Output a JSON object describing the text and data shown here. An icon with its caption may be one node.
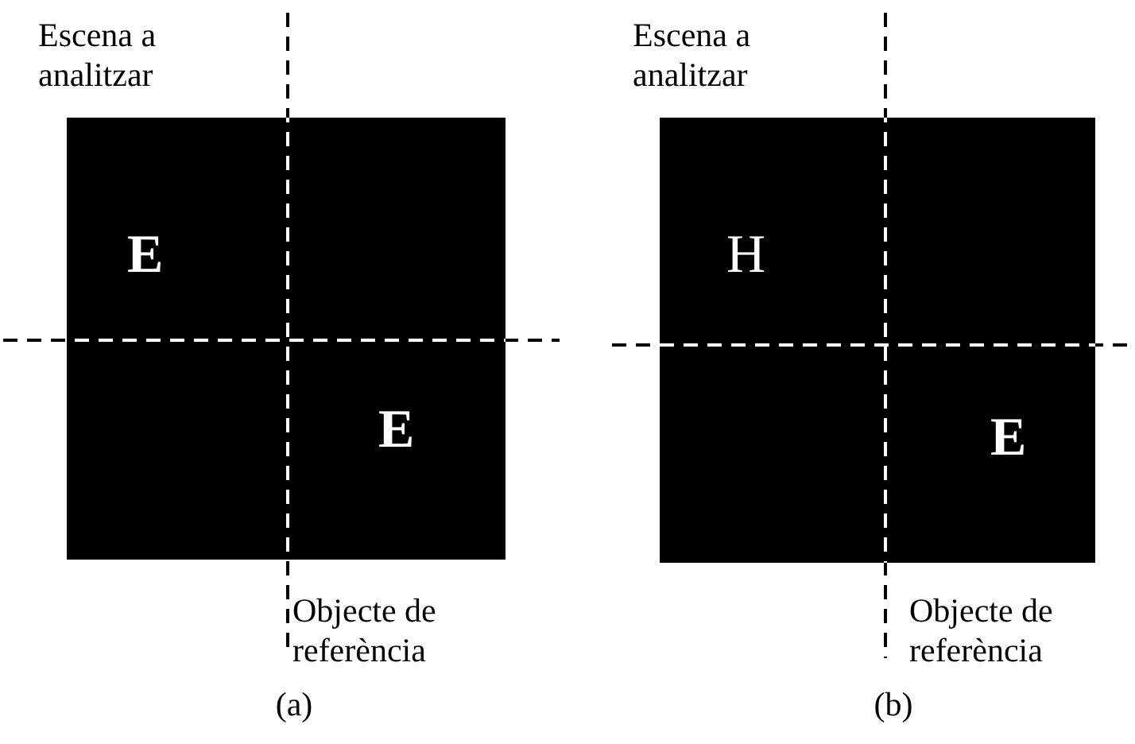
{
  "diagram": {
    "nodes": [
      {
        "text": [
          "E",
          "E"
        ]
      },
      {
        "text": [
          "H",
          "E"
        ]
      }
    ],
    "labels": [
      "Escena a analitzar",
      "Escena a analitzar",
      "Objecte de referència",
      "Objecte de referència",
      "(a)",
      "(b)"
    ]
  }
}
